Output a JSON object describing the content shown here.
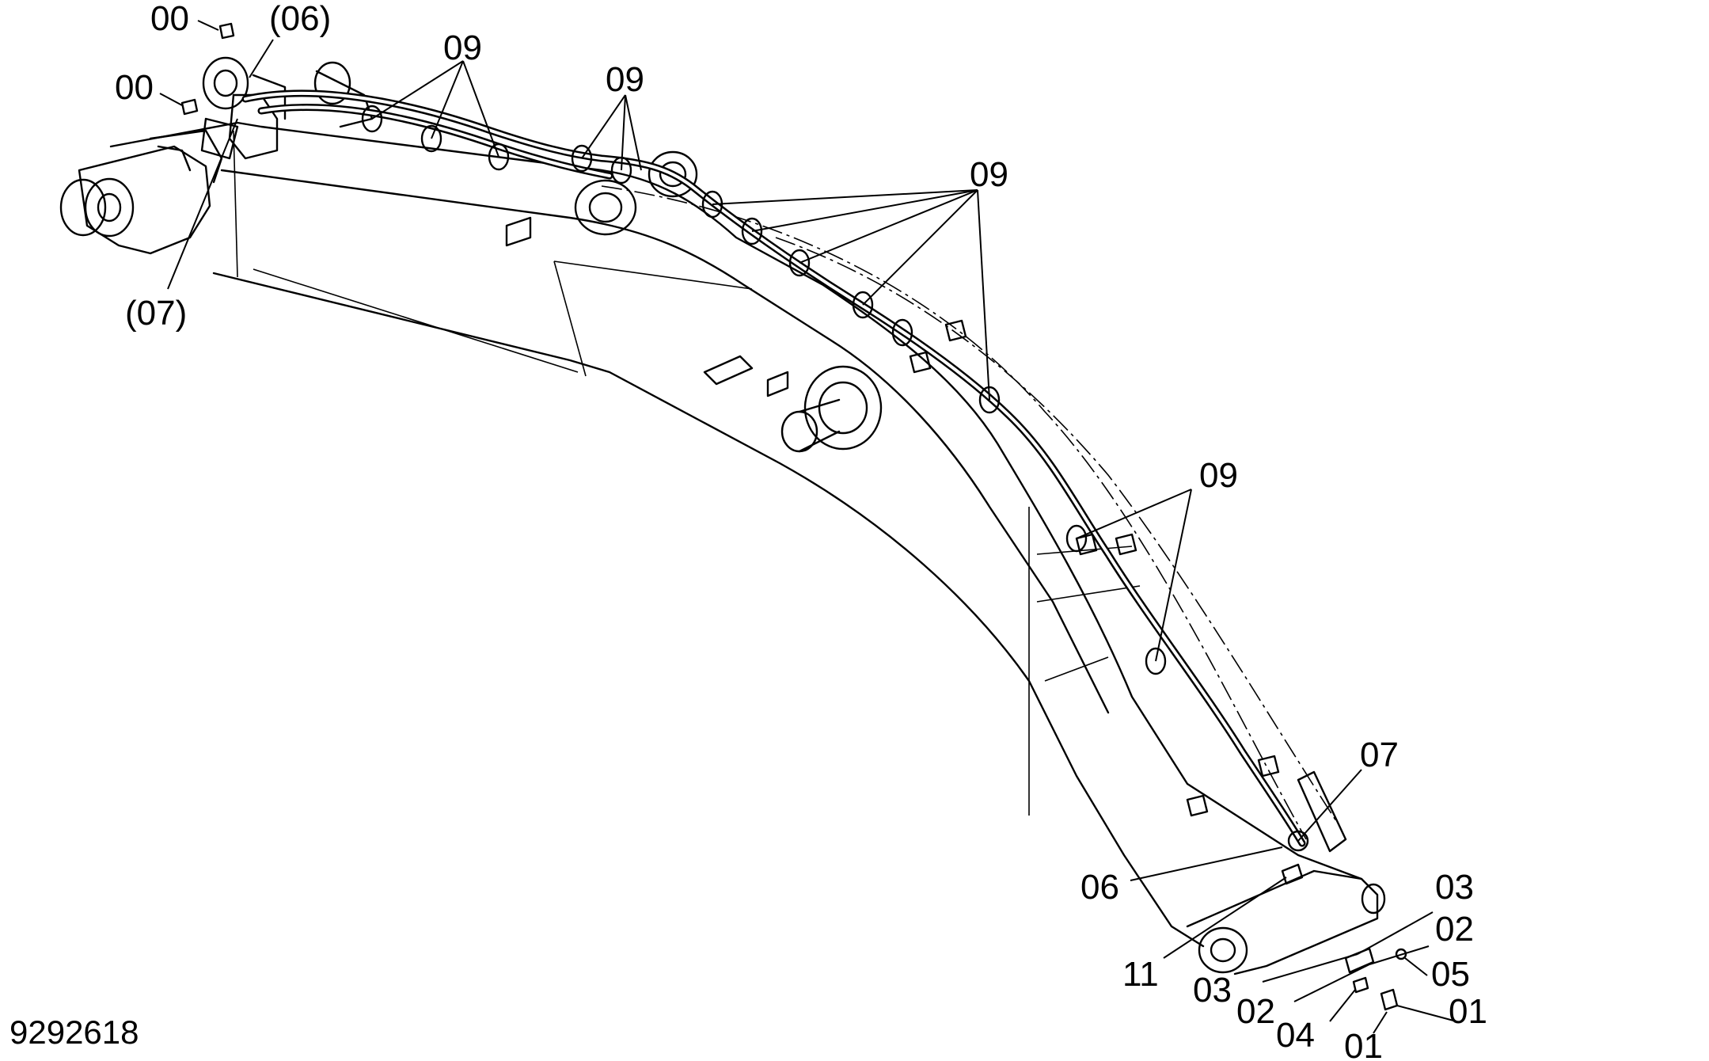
{
  "diagram_id": "9292618",
  "callouts": {
    "c00a": "00",
    "c06a": "(06)",
    "c00b": "00",
    "c07a": "(07)",
    "c09a": "09",
    "c09b": "09",
    "c09c": "09",
    "c09d": "09",
    "c07": "07",
    "c06": "06",
    "c11": "11",
    "c03a": "03",
    "c02a": "02",
    "c05": "05",
    "c03b": "03",
    "c02b": "02",
    "c04": "04",
    "c01a": "01",
    "c01b": "01"
  }
}
